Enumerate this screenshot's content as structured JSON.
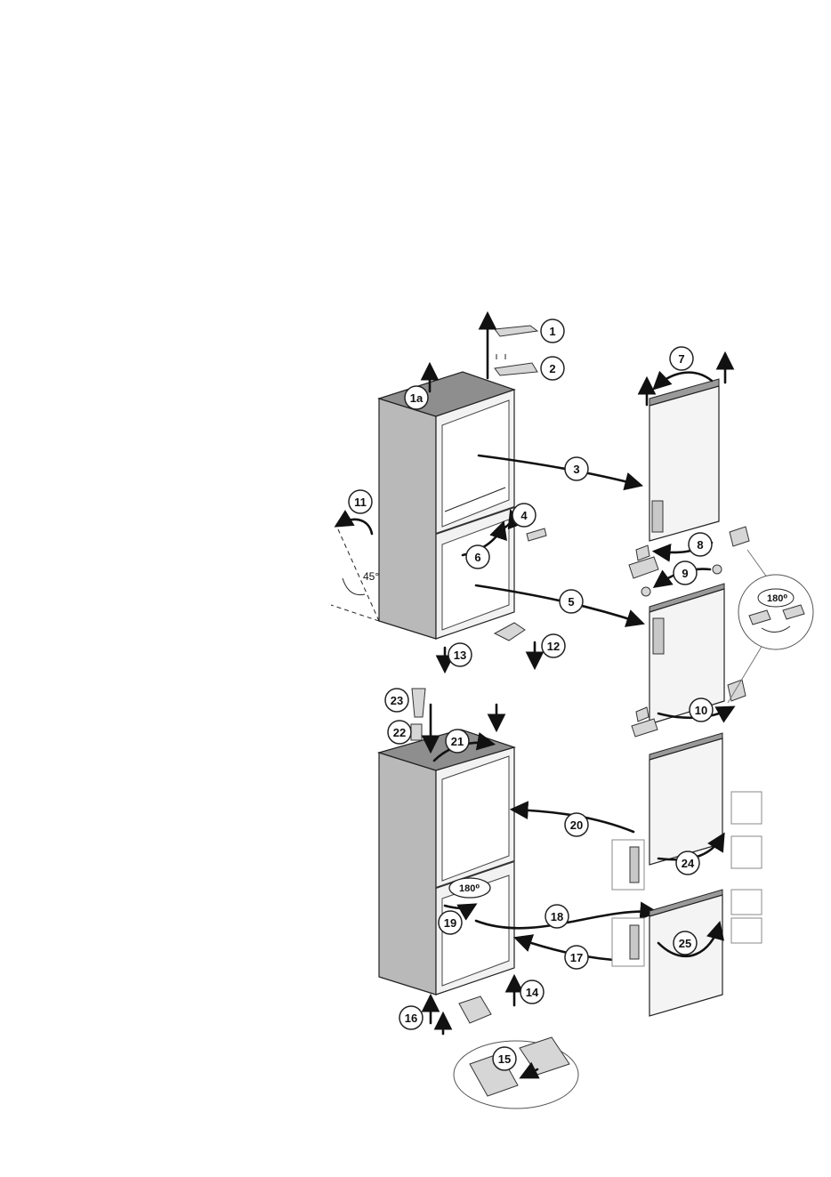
{
  "steps": [
    {
      "id": "s1",
      "label": "1"
    },
    {
      "id": "s1a",
      "label": "1a"
    },
    {
      "id": "s2",
      "label": "2"
    },
    {
      "id": "s3",
      "label": "3"
    },
    {
      "id": "s4",
      "label": "4"
    },
    {
      "id": "s5",
      "label": "5"
    },
    {
      "id": "s6",
      "label": "6"
    },
    {
      "id": "s7",
      "label": "7"
    },
    {
      "id": "s8",
      "label": "8"
    },
    {
      "id": "s9",
      "label": "9"
    },
    {
      "id": "s10",
      "label": "10"
    },
    {
      "id": "s11",
      "label": "11"
    },
    {
      "id": "s12",
      "label": "12"
    },
    {
      "id": "s13",
      "label": "13"
    },
    {
      "id": "s14",
      "label": "14"
    },
    {
      "id": "s15",
      "label": "15"
    },
    {
      "id": "s16",
      "label": "16"
    },
    {
      "id": "s17",
      "label": "17"
    },
    {
      "id": "s18",
      "label": "18"
    },
    {
      "id": "s19",
      "label": "19"
    },
    {
      "id": "s20",
      "label": "20"
    },
    {
      "id": "s21",
      "label": "21"
    },
    {
      "id": "s22",
      "label": "22"
    },
    {
      "id": "s23",
      "label": "23"
    },
    {
      "id": "s24",
      "label": "24"
    },
    {
      "id": "s25",
      "label": "25"
    }
  ],
  "rotation_labels": {
    "hinge_flip": "180⁰",
    "cabinet_rotate": "180⁰"
  },
  "angle_label": "45°"
}
